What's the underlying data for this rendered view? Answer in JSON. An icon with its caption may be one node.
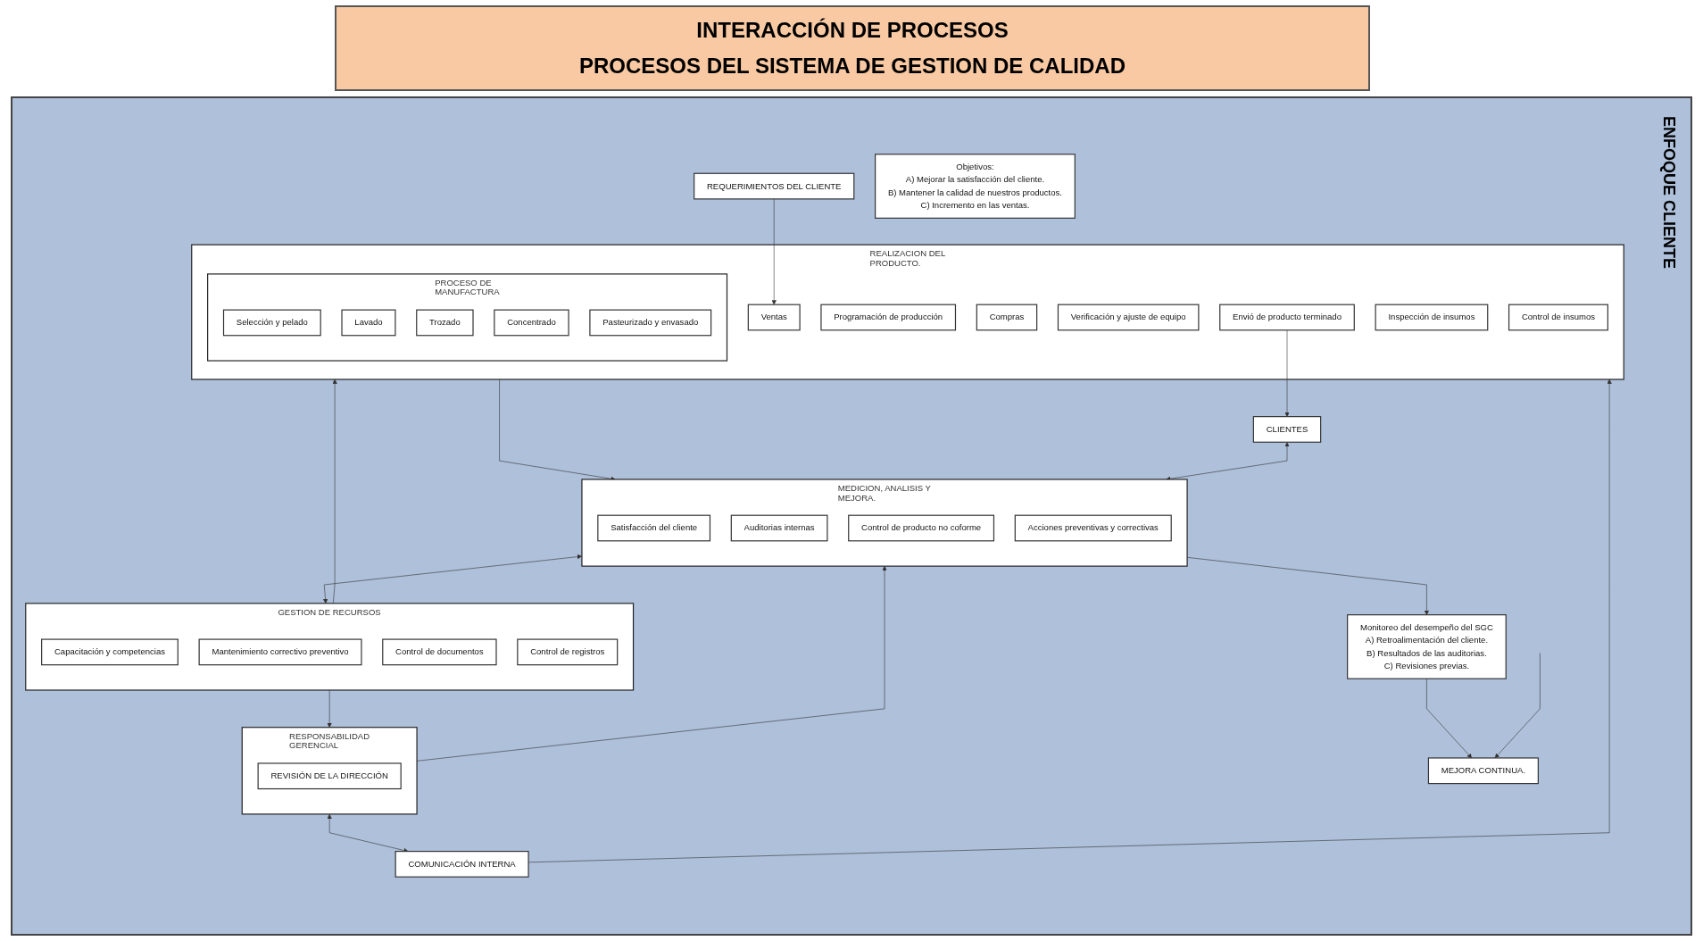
{
  "diagram": {
    "title": "INTERACCIÓN DE PROCESOS",
    "nodes": [
      {
        "text": [
          "MEJORA CONTINUA."
        ]
      },
      {
        "text": [
          "RESPONSABILIDAD GERENCIAL"
        ]
      },
      {
        "text": [
          "REVISIÓN DE LA DIRECCIÓN"
        ],
        "in": 1
      },
      {
        "text": [
          "Monitoreo del desempeño del SGC",
          "A) Retroalimentación del cliente.",
          "B) Resultados de las auditorias.",
          "C) Revisiones previas."
        ]
      },
      {
        "text": [
          "REQUERIMIENTOS DEL CLIENTE"
        ]
      },
      {
        "text": [
          "COMUNICACIÓN INTERNA"
        ]
      },
      {
        "text": [
          "Objetivos:",
          "A) Mejorar la satisfacción del cliente.",
          "B) Mantener la calidad de nuestros productos.",
          "C) Incremento en las ventas."
        ]
      },
      {
        "text": [
          "GESTION DE RECURSOS"
        ]
      },
      {
        "text": [
          "Capacitación y competencias"
        ],
        "in": 7
      },
      {
        "text": [
          "Mantenimiento correctivo preventivo"
        ],
        "in": 7
      },
      {
        "text": [
          "Control de documentos"
        ],
        "in": 7
      },
      {
        "text": [
          "Control de registros"
        ],
        "in": 7
      },
      {
        "text": [
          "MEDICION, ANALISIS Y MEJORA."
        ]
      },
      {
        "text": [
          "Satisfacción del cliente"
        ],
        "in": 12
      },
      {
        "text": [
          "Auditorias internas"
        ],
        "in": 12
      },
      {
        "text": [
          "Control de producto no coforme"
        ],
        "in": 12
      },
      {
        "text": [
          "Acciones preventivas y correctivas"
        ],
        "in": 12
      },
      {
        "text": [
          "CLIENTES"
        ]
      },
      {
        "text": [
          "REALIZACION DEL PRODUCTO."
        ]
      },
      {
        "text": [
          "Ventas"
        ],
        "in": 18
      },
      {
        "text": [
          "Programación de producción"
        ],
        "in": 18
      },
      {
        "text": [
          "Compras"
        ],
        "in": 18
      },
      {
        "text": [
          "PROCESO DE MANUFACTURA"
        ],
        "in": 18
      },
      {
        "text": [
          "Selección y pelado"
        ],
        "in": 22
      },
      {
        "text": [
          "Lavado"
        ],
        "in": 22
      },
      {
        "text": [
          "Trozado"
        ],
        "in": 22
      },
      {
        "text": [
          "Concentrado"
        ],
        "in": 22
      },
      {
        "text": [
          "Pasteurizado y envasado"
        ],
        "in": 22
      },
      {
        "text": [
          "Verificación y ajuste de equipo"
        ],
        "in": 18
      },
      {
        "text": [
          "Envió de producto terminado"
        ],
        "in": 18
      },
      {
        "text": [
          "Inspección de insumos"
        ],
        "in": 18
      },
      {
        "text": [
          "Control de insumos"
        ],
        "in": 18
      }
    ],
    "edges": [
      {
        "from": 1,
        "to": 5,
        "arrow": "both"
      },
      {
        "from": 7,
        "to": 1,
        "arrow": "to"
      },
      {
        "from": 1,
        "to": 12,
        "arrow": "to"
      },
      {
        "from": 7,
        "to": 18,
        "arrow": "to"
      },
      {
        "from": 5,
        "to": 18,
        "arrow": "to"
      },
      {
        "from": 7,
        "to": 12,
        "arrow": "both"
      },
      {
        "from": 18,
        "to": 12,
        "arrow": "to"
      },
      {
        "from": 12,
        "to": 3,
        "arrow": "to"
      },
      {
        "from": 3,
        "to": 0,
        "arrow": "to"
      },
      {
        "from": null,
        "to": 0,
        "arrow": "to"
      },
      {
        "from": 12,
        "to": 17,
        "arrow": "both"
      },
      {
        "from": 29,
        "to": 17,
        "arrow": "to"
      },
      {
        "from": 4,
        "to": 19,
        "arrow": "to"
      }
    ],
    "labels": [
      "PROCESOS DEL SISTEMA DE GESTION DE CALIDAD",
      "ENFOQUE CLIENTE"
    ]
  }
}
